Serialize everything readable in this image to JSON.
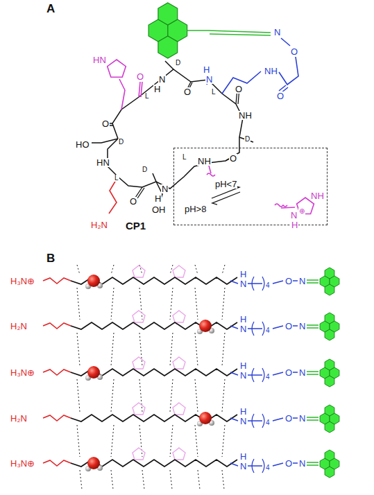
{
  "diagram": {
    "nodes": [
      {
        "text": [
          "pH<7",
          "pH>8"
        ]
      }
    ],
    "labels": [
      "A",
      "HN",
      "O",
      "L",
      "N",
      "H",
      "D",
      "O",
      "H",
      "N",
      "L",
      "O",
      "NH",
      "D",
      "O",
      "L",
      "NH",
      "N",
      "H",
      "D",
      "O",
      "HN",
      "D",
      "HO",
      "O",
      "L",
      "H₂N",
      "OH",
      "CP1",
      "NH",
      "O",
      "N",
      "O",
      "NH",
      "N",
      "H",
      "⊕",
      "B",
      "H₃N⊕",
      "H",
      "N",
      "4",
      "O",
      "N",
      "H₂N",
      "H",
      "N",
      "4",
      "O",
      "N",
      "H₃N⊕",
      "H",
      "N",
      "4",
      "O",
      "N",
      "H₂N",
      "H",
      "N",
      "4",
      "O",
      "N",
      "H₃N⊕",
      "H",
      "N",
      "4",
      "O",
      "N"
    ]
  }
}
